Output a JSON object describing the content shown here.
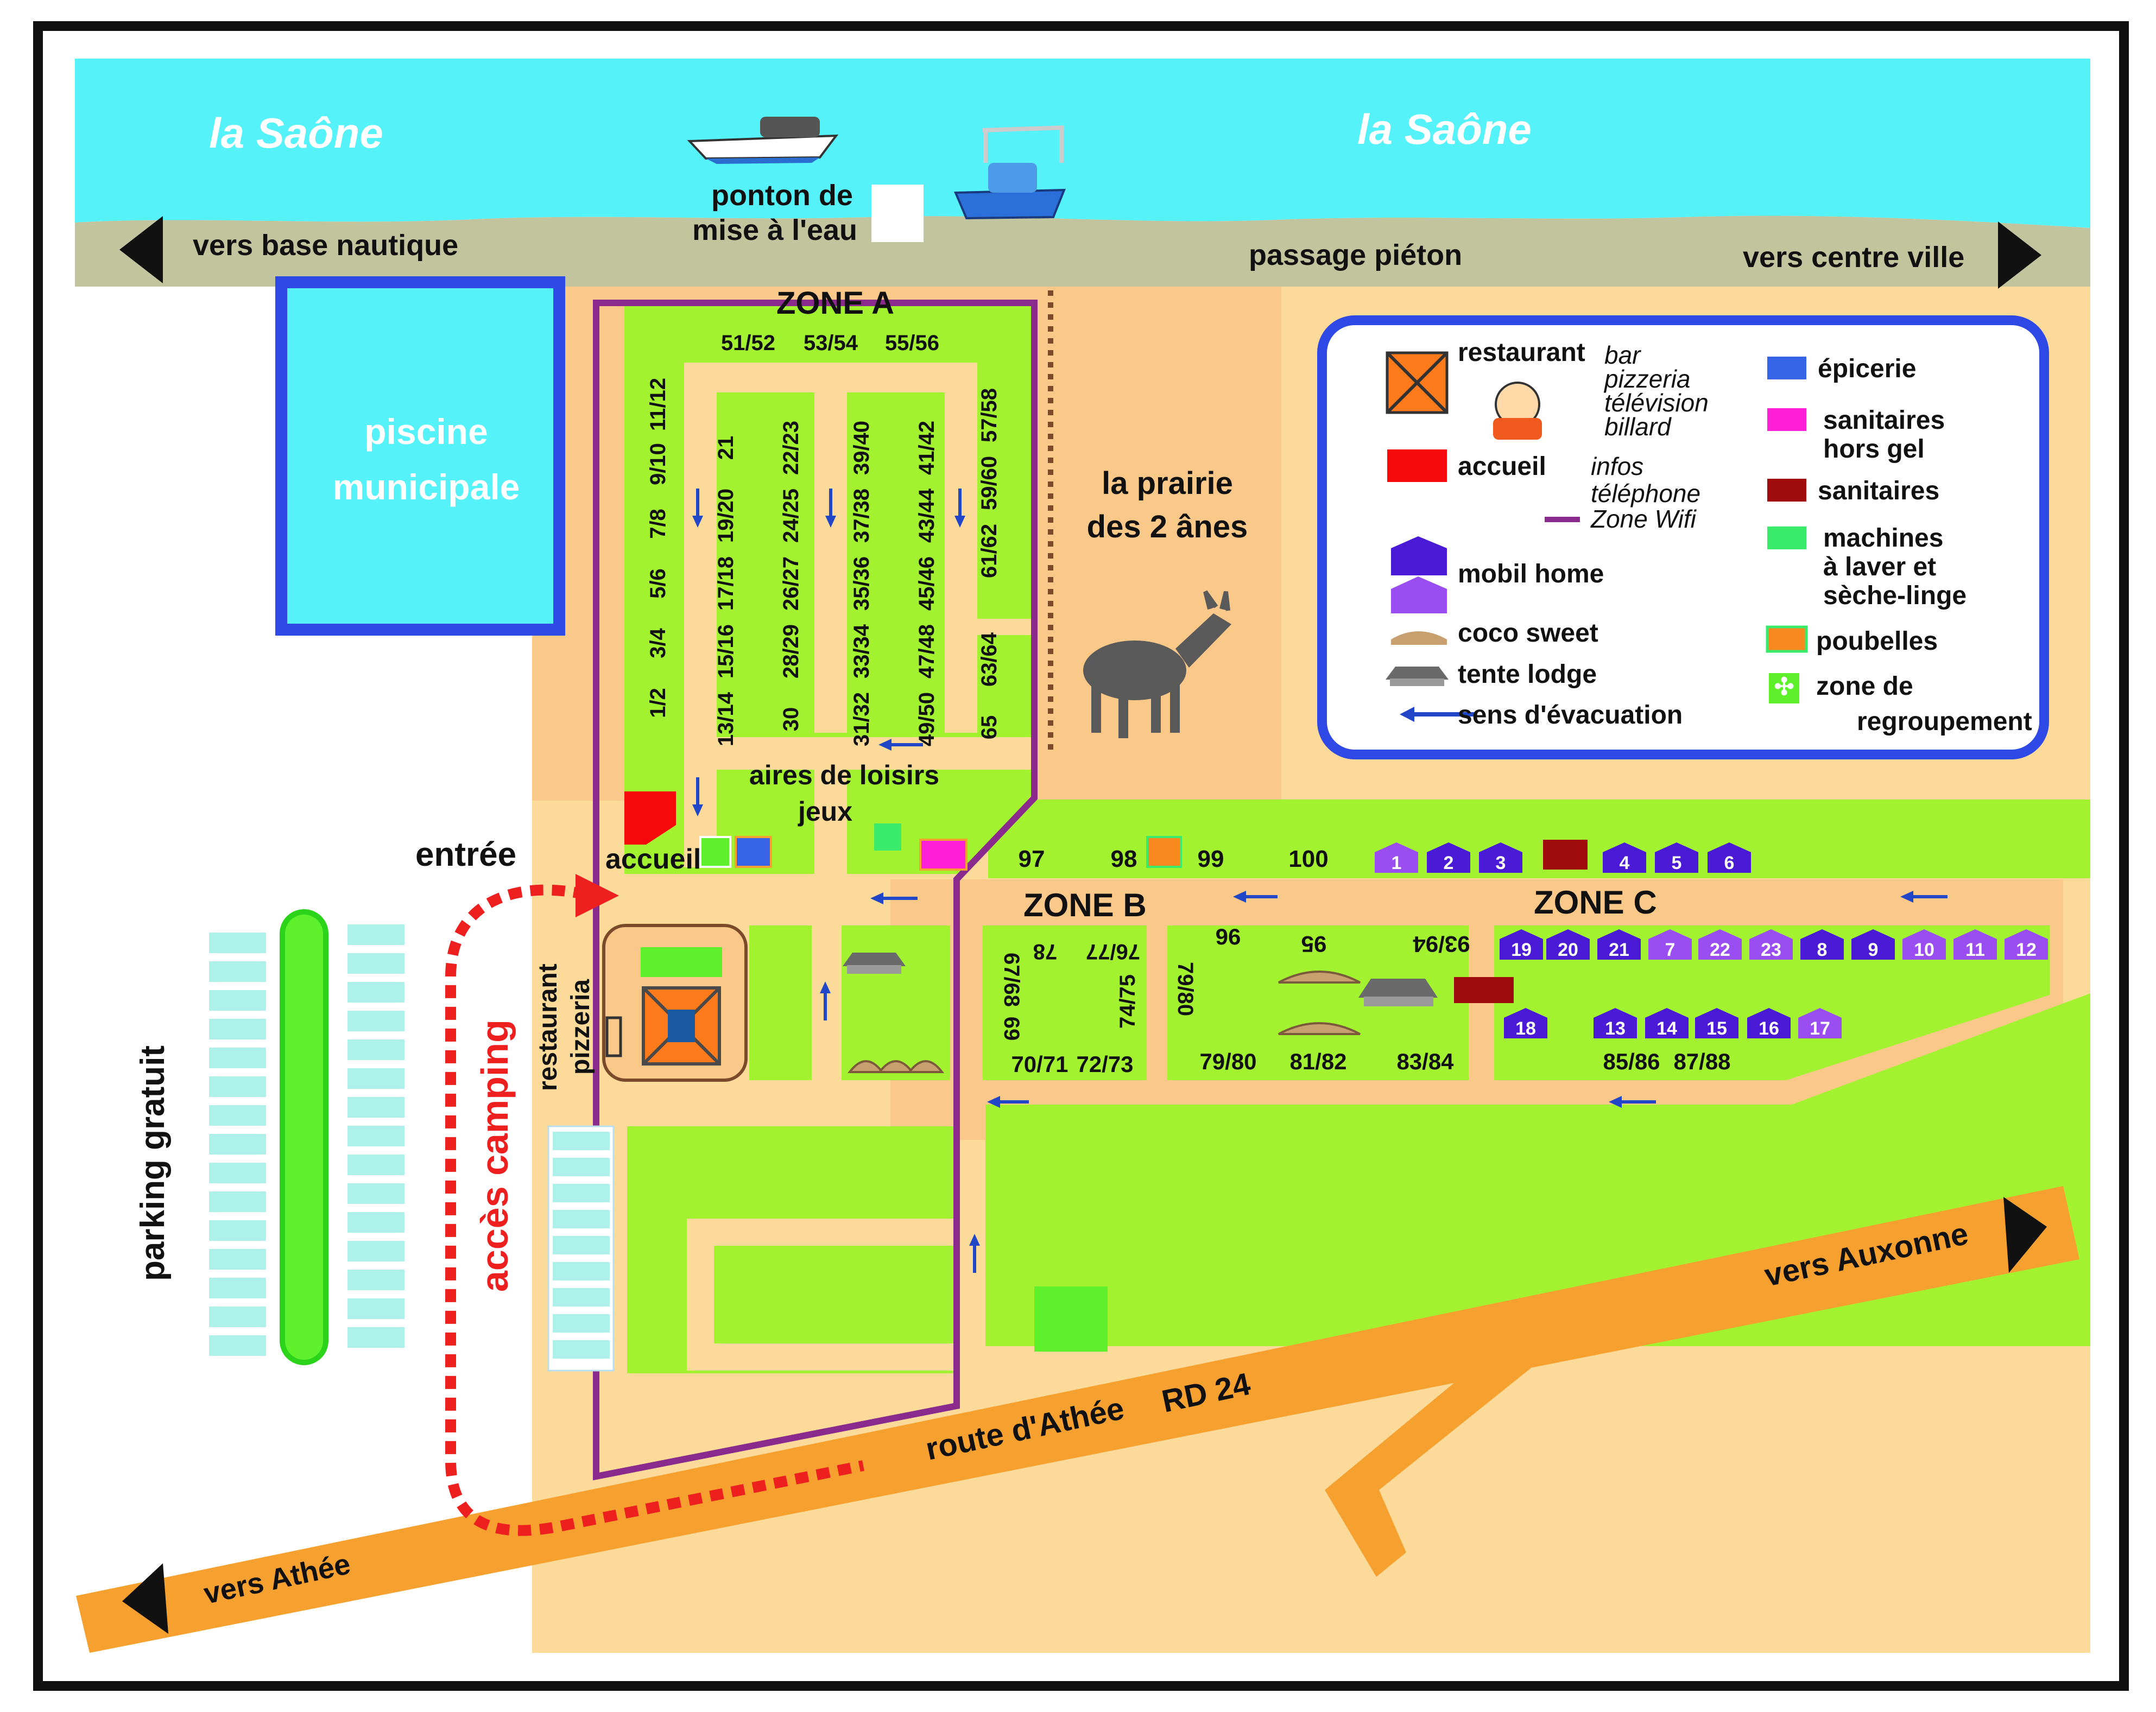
{
  "river": {
    "left": "la Saône",
    "right": "la Saône"
  },
  "ponton": {
    "line1": "ponton de",
    "line2": "mise à l'eau"
  },
  "path": {
    "left": "vers base nautique",
    "center": "passage piéton",
    "right": "vers centre ville"
  },
  "pool": {
    "line1": "piscine",
    "line2": "municipale"
  },
  "zones": {
    "a": "ZONE A",
    "b": "ZONE B",
    "c": "ZONE C"
  },
  "prairie": {
    "line1": "la prairie",
    "line2": "des 2 ânes"
  },
  "loisirs": {
    "line1": "aires de loisirs",
    "line2": "jeux"
  },
  "entree": "entrée",
  "accueil": "accueil",
  "acces": "accès camping",
  "parking": "parking gratuit",
  "restaurant_label": {
    "line1": "restaurant",
    "line2": "pizzeria"
  },
  "roads": {
    "auxonne": "vers Auxonne",
    "rd": "RD 24",
    "athee_route": "route d'Athée",
    "athee": "vers Athée"
  },
  "zone_a_top": [
    "51/52",
    "53/54",
    "55/56"
  ],
  "zone_a_cols": [
    [
      "1/2",
      "3/4",
      "5/6",
      "7/8",
      "9/10",
      "11/12"
    ],
    [
      "13/14",
      "15/16",
      "17/18",
      "19/20",
      "21"
    ],
    [
      "30",
      "28/29",
      "26/27",
      "24/25",
      "22/23"
    ],
    [
      "31/32",
      "33/34",
      "35/36",
      "37/38",
      "39/40"
    ],
    [
      "49/50",
      "47/48",
      "45/46",
      "43/44",
      "41/42"
    ],
    [
      "57/58",
      "59/60",
      "61/62"
    ],
    [
      "63/64",
      "65"
    ]
  ],
  "pitches_row1": [
    "97",
    "98",
    "99",
    "100"
  ],
  "mobil_row1": [
    "1",
    "2",
    "3",
    "4",
    "5",
    "6"
  ],
  "zone_b_pitches": [
    "78",
    "76/77",
    "67/68",
    "69",
    "74/75",
    "70/71",
    "72/73"
  ],
  "zone_bc_pitches": [
    "79/80",
    "96",
    "95",
    "93/94",
    "79/80",
    "81/82",
    "83/84",
    "85/86",
    "87/88"
  ],
  "mobil_row2": [
    "19",
    "20",
    "21",
    "7",
    "22",
    "23",
    "8",
    "9",
    "10",
    "11",
    "12"
  ],
  "mobil_row3": [
    "18",
    "13",
    "14",
    "15",
    "16",
    "17"
  ],
  "legend": {
    "restaurant": "restaurant",
    "bar_lines": [
      "bar",
      "pizzeria",
      "télévision",
      "billard"
    ],
    "accueil": "accueil",
    "infos_lines": [
      "infos",
      "téléphone"
    ],
    "wifi": "Zone Wifi",
    "mobil_home": "mobil home",
    "coco": "coco sweet",
    "lodge": "tente lodge",
    "evac": "sens d'évacuation",
    "epicerie": "épicerie",
    "sanit_gel_lines": [
      "sanitaires",
      "hors gel"
    ],
    "sanitaires": "sanitaires",
    "machines_lines": [
      "machines",
      "à laver et",
      "sèche-linge"
    ],
    "poubelles": "poubelles",
    "regroup_lines": [
      "zone de",
      "regroupement"
    ]
  },
  "colors": {
    "water": "#55f2fa",
    "path": "#c1c49d",
    "ground": "#fcdb9a",
    "ground_dark": "#fac989",
    "grass": "#a3f230",
    "road": "#f6a12f",
    "pool_border": "#2f49e6",
    "wifi": "#8a2a8c",
    "mobil": "#4a1ad6",
    "mobil_light": "#9a4df0",
    "accueil": "#f5090a",
    "sanitaires": "#a00b0b",
    "sanit_gel": "#ff20d8",
    "epicerie": "#3763e6",
    "machines": "#39ea6b",
    "poubelles": "#f7891f",
    "access": "#ee1f1f"
  }
}
